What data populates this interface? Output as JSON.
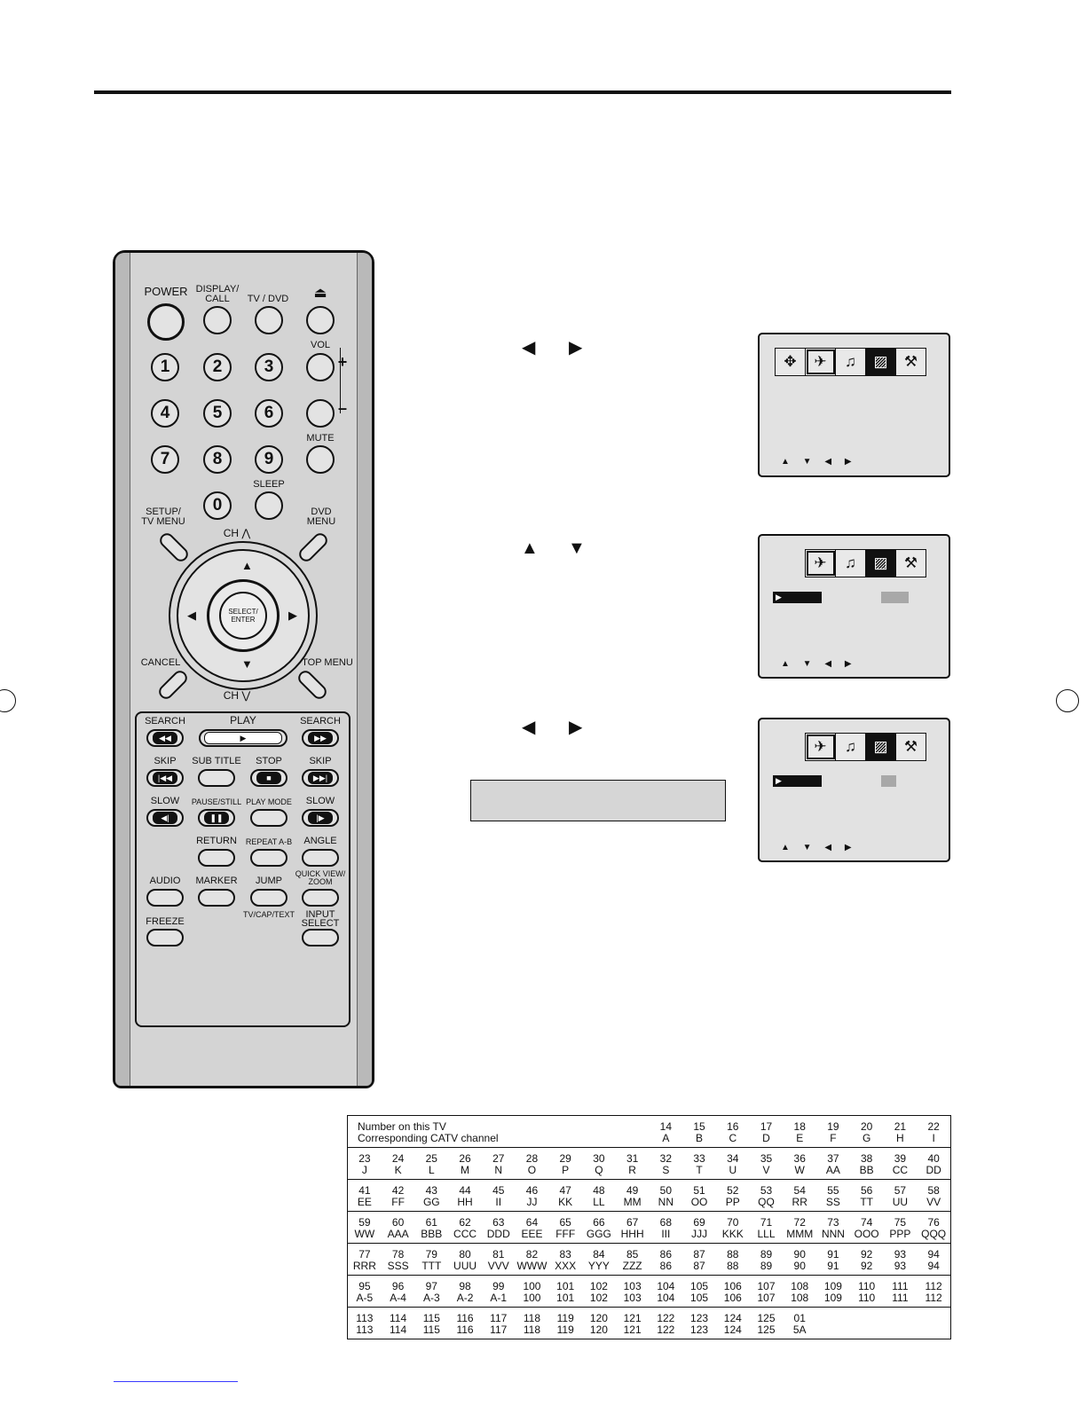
{
  "remote": {
    "labels": {
      "power": "POWER",
      "display_call": "DISPLAY/\nCALL",
      "tv_dvd": "TV / DVD",
      "eject": "⏏",
      "vol": "VOL",
      "vol_plus": "+",
      "vol_minus": "–",
      "mute": "MUTE",
      "sleep": "SLEEP",
      "setup_tv_menu": "SETUP/\nTV MENU",
      "dvd_menu": "DVD\nMENU",
      "ch_up": "CH",
      "ch_down": "CH",
      "select_enter": "SELECT/\nENTER",
      "cancel": "CANCEL",
      "top_menu": "TOP MENU",
      "search_left": "SEARCH",
      "play": "PLAY",
      "search_right": "SEARCH",
      "skip_left": "SKIP",
      "sub_title": "SUB TITLE",
      "stop": "STOP",
      "skip_right": "SKIP",
      "slow_left": "SLOW",
      "pause_still": "PAUSE/STILL",
      "play_mode": "PLAY MODE",
      "slow_right": "SLOW",
      "return": "RETURN",
      "repeat_ab": "REPEAT A-B",
      "angle": "ANGLE",
      "audio": "AUDIO",
      "marker": "MARKER",
      "jump": "JUMP",
      "quick_view_zoom": "QUICK VIEW/\nZOOM",
      "tv_cap_text": "TV/CAP/TEXT",
      "freeze": "FREEZE",
      "input_select": "INPUT\nSELECT"
    },
    "numbers": [
      "1",
      "2",
      "3",
      "4",
      "5",
      "6",
      "7",
      "8",
      "9",
      "0"
    ]
  },
  "steps": {
    "arrows_lr": [
      "◀",
      "▶"
    ],
    "arrows_ud": [
      "▲",
      "▼"
    ],
    "osd_nav": "▲ ▼ ◀ ▶",
    "osd_icons": [
      "✥",
      "✈",
      "♫",
      "▨",
      "⚒"
    ]
  },
  "table": {
    "header_labels": [
      "Number on this TV",
      "Corresponding CATV channel"
    ],
    "rows": [
      {
        "tv": [
          "14",
          "15",
          "16",
          "17",
          "18",
          "19",
          "20",
          "21",
          "22"
        ],
        "catv": [
          "A",
          "B",
          "C",
          "D",
          "E",
          "F",
          "G",
          "H",
          "I"
        ]
      },
      {
        "tv": [
          "23",
          "24",
          "25",
          "26",
          "27",
          "28",
          "29",
          "30",
          "31",
          "32",
          "33",
          "34",
          "35",
          "36",
          "37",
          "38",
          "39",
          "40"
        ],
        "catv": [
          "J",
          "K",
          "L",
          "M",
          "N",
          "O",
          "P",
          "Q",
          "R",
          "S",
          "T",
          "U",
          "V",
          "W",
          "AA",
          "BB",
          "CC",
          "DD"
        ]
      },
      {
        "tv": [
          "41",
          "42",
          "43",
          "44",
          "45",
          "46",
          "47",
          "48",
          "49",
          "50",
          "51",
          "52",
          "53",
          "54",
          "55",
          "56",
          "57",
          "58"
        ],
        "catv": [
          "EE",
          "FF",
          "GG",
          "HH",
          "II",
          "JJ",
          "KK",
          "LL",
          "MM",
          "NN",
          "OO",
          "PP",
          "QQ",
          "RR",
          "SS",
          "TT",
          "UU",
          "VV"
        ]
      },
      {
        "tv": [
          "59",
          "60",
          "61",
          "62",
          "63",
          "64",
          "65",
          "66",
          "67",
          "68",
          "69",
          "70",
          "71",
          "72",
          "73",
          "74",
          "75",
          "76"
        ],
        "catv": [
          "WW",
          "AAA",
          "BBB",
          "CCC",
          "DDD",
          "EEE",
          "FFF",
          "GGG",
          "HHH",
          "III",
          "JJJ",
          "KKK",
          "LLL",
          "MMM",
          "NNN",
          "OOO",
          "PPP",
          "QQQ"
        ]
      },
      {
        "tv": [
          "77",
          "78",
          "79",
          "80",
          "81",
          "82",
          "83",
          "84",
          "85",
          "86",
          "87",
          "88",
          "89",
          "90",
          "91",
          "92",
          "93",
          "94"
        ],
        "catv": [
          "RRR",
          "SSS",
          "TTT",
          "UUU",
          "VVV",
          "WWW",
          "XXX",
          "YYY",
          "ZZZ",
          "86",
          "87",
          "88",
          "89",
          "90",
          "91",
          "92",
          "93",
          "94"
        ]
      },
      {
        "tv": [
          "95",
          "96",
          "97",
          "98",
          "99",
          "100",
          "101",
          "102",
          "103",
          "104",
          "105",
          "106",
          "107",
          "108",
          "109",
          "110",
          "111",
          "112"
        ],
        "catv": [
          "A-5",
          "A-4",
          "A-3",
          "A-2",
          "A-1",
          "100",
          "101",
          "102",
          "103",
          "104",
          "105",
          "106",
          "107",
          "108",
          "109",
          "110",
          "111",
          "112"
        ]
      },
      {
        "tv": [
          "113",
          "114",
          "115",
          "116",
          "117",
          "118",
          "119",
          "120",
          "121",
          "122",
          "123",
          "124",
          "125",
          "01",
          "",
          "",
          "",
          ""
        ],
        "catv": [
          "113",
          "114",
          "115",
          "116",
          "117",
          "118",
          "119",
          "120",
          "121",
          "122",
          "123",
          "124",
          "125",
          "5A",
          "",
          "",
          "",
          ""
        ]
      }
    ]
  }
}
